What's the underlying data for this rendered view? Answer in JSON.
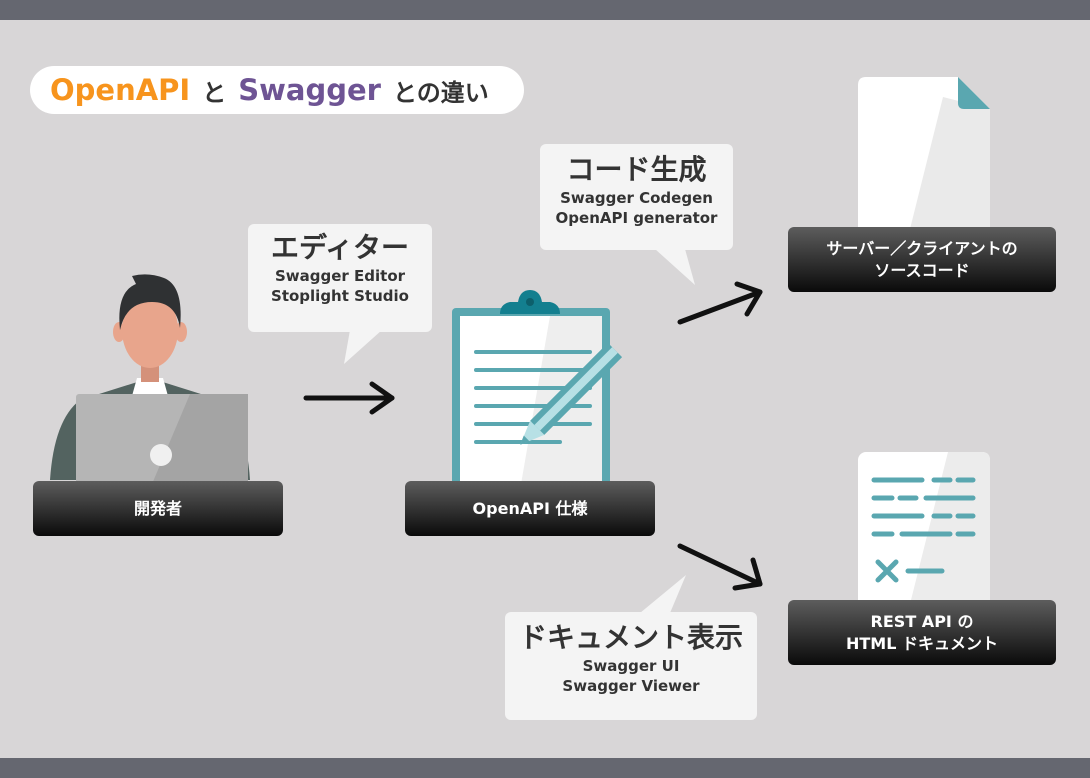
{
  "title": {
    "part1": "OpenAPI",
    "part1_color": "#f7941d",
    "sep": "と",
    "part2": "Swagger",
    "part2_color": "#6e5494",
    "tail": "との違い"
  },
  "bubbles": {
    "editor": {
      "heading": "エディター",
      "tools": [
        "Swagger Editor",
        "Stoplight Studio"
      ]
    },
    "codegen": {
      "heading": "コード生成",
      "tools": [
        "Swagger Codegen",
        "OpenAPI generator"
      ]
    },
    "docs": {
      "heading": "ドキュメント表示",
      "tools": [
        "Swagger UI",
        "Swagger Viewer"
      ]
    }
  },
  "nodes": {
    "developer": {
      "label": "開発者"
    },
    "spec": {
      "label": "OpenAPI 仕様"
    },
    "source": {
      "line1": "サーバー／クライアントの",
      "line2": "ソースコード"
    },
    "html_doc": {
      "line1": "REST API の",
      "line2": "HTML ドキュメント"
    }
  },
  "colors": {
    "background": "#d8d6d7",
    "frame": "#656770",
    "teal": "#5aa7b0",
    "teal_dark": "#137f8f",
    "label_bg": "#1a1a1a"
  }
}
